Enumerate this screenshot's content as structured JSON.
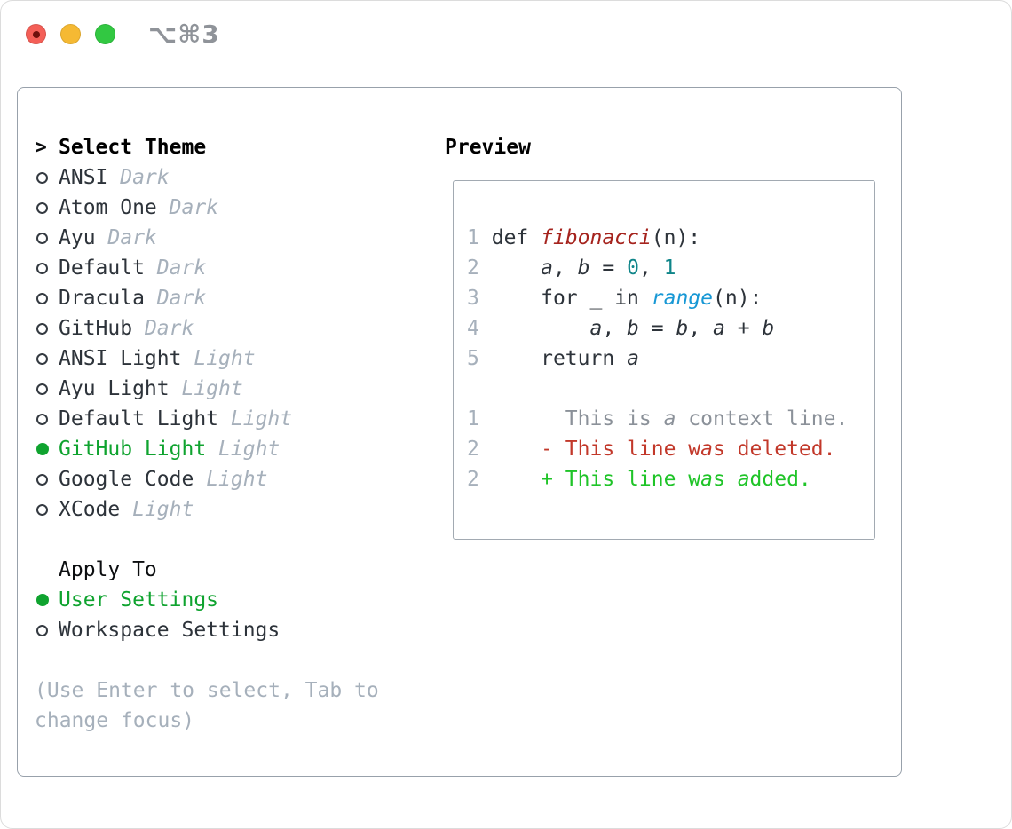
{
  "window": {
    "title": "⌥⌘3",
    "traffic_lights": [
      "close-button",
      "minimize-button",
      "zoom-button"
    ]
  },
  "colors": {
    "selected_green": "#0fa32f",
    "added_green": "#1fc428",
    "deleted_red": "#c2382a",
    "function_red": "#a5231d",
    "builtin_blue": "#1898d5",
    "number_teal": "#0f8589",
    "muted_gray": "#a6b0bb",
    "context_gray": "#8b9199",
    "text_dark": "#2d333a",
    "panel_border": "#98a1ab"
  },
  "theme_picker": {
    "header": {
      "marker": ">",
      "label": "Select Theme"
    },
    "items": [
      {
        "name": "ANSI",
        "variant": "Dark",
        "selected": false
      },
      {
        "name": "Atom One",
        "variant": "Dark",
        "selected": false
      },
      {
        "name": "Ayu",
        "variant": "Dark",
        "selected": false
      },
      {
        "name": "Default",
        "variant": "Dark",
        "selected": false
      },
      {
        "name": "Dracula",
        "variant": "Dark",
        "selected": false
      },
      {
        "name": "GitHub",
        "variant": "Dark",
        "selected": false
      },
      {
        "name": "ANSI Light",
        "variant": "Light",
        "selected": false
      },
      {
        "name": "Ayu Light",
        "variant": "Light",
        "selected": false
      },
      {
        "name": "Default Light",
        "variant": "Light",
        "selected": false
      },
      {
        "name": "GitHub Light",
        "variant": "Light",
        "selected": true
      },
      {
        "name": "Google Code",
        "variant": "Light",
        "selected": false
      },
      {
        "name": "XCode",
        "variant": "Light",
        "selected": false
      }
    ],
    "apply_to": {
      "label": "Apply To",
      "options": [
        {
          "name": "User Settings",
          "selected": true
        },
        {
          "name": "Workspace Settings",
          "selected": false
        }
      ]
    },
    "hint_lines": [
      "(Use Enter to select, Tab to",
      "change focus)"
    ]
  },
  "preview": {
    "label": "Preview",
    "lines": [
      [
        {
          "s": "ln",
          "t": "1"
        },
        {
          "s": "",
          "t": " "
        },
        {
          "s": "k",
          "t": "def"
        },
        {
          "s": "",
          "t": " "
        },
        {
          "s": "fn",
          "t": "fibonacci"
        },
        {
          "s": "",
          "t": "(n):"
        }
      ],
      [
        {
          "s": "ln",
          "t": "2"
        },
        {
          "s": "",
          "t": "     "
        },
        {
          "s": "var",
          "t": "a"
        },
        {
          "s": "",
          "t": ", "
        },
        {
          "s": "var",
          "t": "b"
        },
        {
          "s": "",
          "t": " = "
        },
        {
          "s": "num",
          "t": "0"
        },
        {
          "s": "",
          "t": ", "
        },
        {
          "s": "num",
          "t": "1"
        }
      ],
      [
        {
          "s": "ln",
          "t": "3"
        },
        {
          "s": "",
          "t": "     "
        },
        {
          "s": "k",
          "t": "for"
        },
        {
          "s": "",
          "t": " _ "
        },
        {
          "s": "k",
          "t": "in"
        },
        {
          "s": "",
          "t": " "
        },
        {
          "s": "bi",
          "t": "range"
        },
        {
          "s": "",
          "t": "(n):"
        }
      ],
      [
        {
          "s": "ln",
          "t": "4"
        },
        {
          "s": "",
          "t": "         "
        },
        {
          "s": "var",
          "t": "a"
        },
        {
          "s": "",
          "t": ", "
        },
        {
          "s": "var",
          "t": "b"
        },
        {
          "s": "",
          "t": " = "
        },
        {
          "s": "var",
          "t": "b"
        },
        {
          "s": "",
          "t": ", "
        },
        {
          "s": "var",
          "t": "a"
        },
        {
          "s": "",
          "t": " + "
        },
        {
          "s": "var",
          "t": "b"
        }
      ],
      [
        {
          "s": "ln",
          "t": "5"
        },
        {
          "s": "",
          "t": "     "
        },
        {
          "s": "k",
          "t": "return"
        },
        {
          "s": "",
          "t": " "
        },
        {
          "s": "var",
          "t": "a"
        }
      ],
      [],
      [
        {
          "s": "ln",
          "t": "1"
        },
        {
          "s": "",
          "t": "       "
        },
        {
          "s": "ctx",
          "t": "This is "
        },
        {
          "s": "ctx i",
          "t": "a"
        },
        {
          "s": "ctx",
          "t": " context line."
        }
      ],
      [
        {
          "s": "ln",
          "t": "2"
        },
        {
          "s": "",
          "t": "     "
        },
        {
          "s": "del",
          "t": "- This line w"
        },
        {
          "s": "del i",
          "t": "a"
        },
        {
          "s": "del",
          "t": "s deleted."
        }
      ],
      [
        {
          "s": "ln",
          "t": "2"
        },
        {
          "s": "",
          "t": "     "
        },
        {
          "s": "add",
          "t": "+ This line w"
        },
        {
          "s": "add i",
          "t": "a"
        },
        {
          "s": "add",
          "t": "s "
        },
        {
          "s": "add i",
          "t": "a"
        },
        {
          "s": "add",
          "t": "dded."
        }
      ]
    ]
  }
}
